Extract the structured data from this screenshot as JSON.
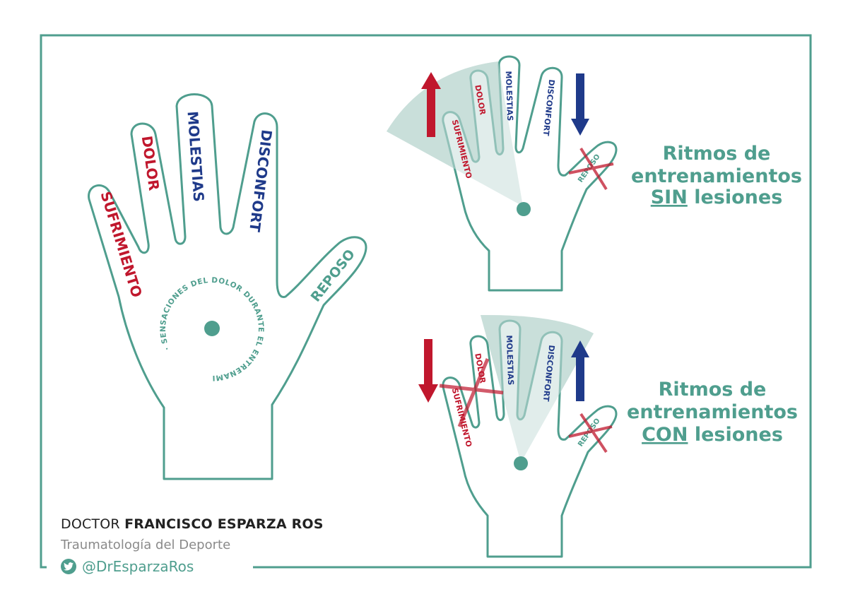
{
  "colors": {
    "teal": "#4f9e8e",
    "red": "#c0172d",
    "navy": "#1f3a8a",
    "fan": "#c9dfda"
  },
  "main_hand": {
    "fingers": [
      "SUFRIMIENTO",
      "DOLOR",
      "MOLESTIAS",
      "DISCONFORT",
      "REPOSO"
    ],
    "circle_text": "· SENSACIONES DEL DOLOR DURANTE EL ENTRENAMIENTO"
  },
  "panel_sin": {
    "fingers": [
      "SUFRIMIENTO",
      "DOLOR",
      "MOLESTIAS",
      "DISCONFORT",
      "REPOSO"
    ],
    "title_line1": "Ritmos de",
    "title_line2": "entrenamientos",
    "title_keyword": "SIN",
    "title_rest": "lesiones"
  },
  "panel_con": {
    "fingers": [
      "SUFRIMIENTO",
      "DOLOR",
      "MOLESTIAS",
      "DISCONFORT",
      "REPOSO"
    ],
    "title_line1": "Ritmos de",
    "title_line2": "entrenamientos",
    "title_keyword": "CON",
    "title_rest": "lesiones"
  },
  "footer": {
    "author_prefix": "DOCTOR",
    "author_name": "FRANCISCO ESPARZA ROS",
    "specialty": "Traumatología del Deporte",
    "twitter_handle": "@DrEsparzaRos",
    "twitter_icon": "twitter-bird-icon"
  }
}
